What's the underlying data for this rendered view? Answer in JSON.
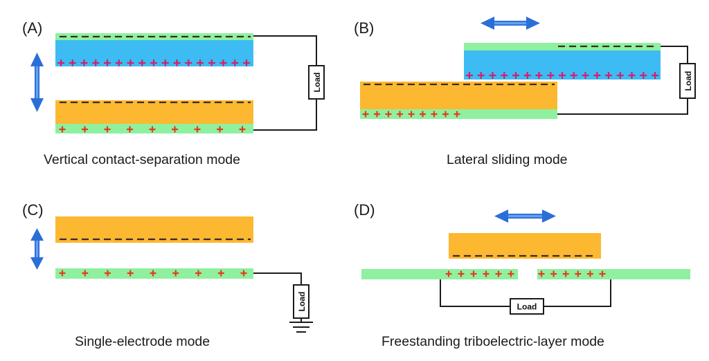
{
  "panels": {
    "a": {
      "label": "(A)",
      "caption": "Vertical contact-separation mode",
      "load": "Load"
    },
    "b": {
      "label": "(B)",
      "caption": "Lateral sliding mode",
      "load": "Load"
    },
    "c": {
      "label": "(C)",
      "caption": "Single-electrode mode",
      "load": "Load"
    },
    "d": {
      "label": "(D)",
      "caption": "Freestanding triboelectric-layer mode",
      "load": "Load"
    }
  },
  "colors": {
    "electrode_green": "#8ff0a0",
    "dielectric_blue": "#3cbcf2",
    "dielectric_orange": "#fbb830",
    "positive_charge": "#d21f6f",
    "positive_charge_alt": "#e63b1a",
    "negative_charge": "#3a2a1e",
    "arrow_blue": "#2a6fd8"
  },
  "icons": {
    "motion": "double-headed-arrow-icon",
    "ground": "ground-symbol-icon"
  }
}
